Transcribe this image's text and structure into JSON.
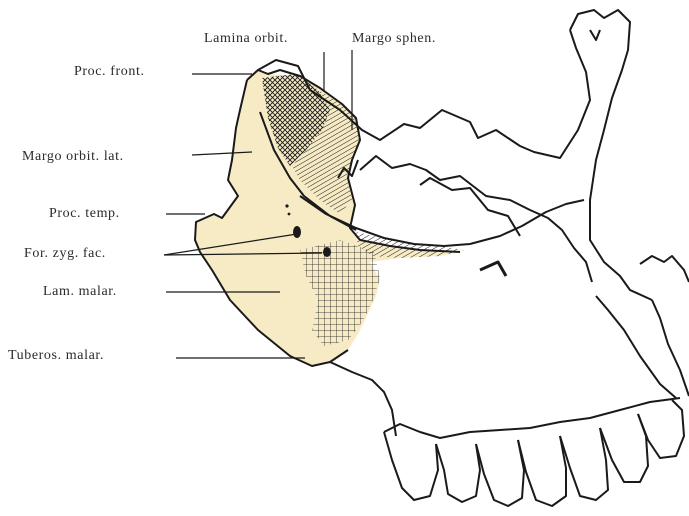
{
  "labels": {
    "lamina_orbit": "Lamina orbit.",
    "margo_sphen": "Margo sphen.",
    "proc_front": "Proc. front.",
    "margo_orbit_lat": "Margo orbit. lat.",
    "proc_temp": "Proc. temp.",
    "for_zyg_fac": "For. zyg. fac.",
    "lam_malar": "Lam. malar.",
    "tuberos_malar": "Tuberos. malar."
  },
  "colors": {
    "bone_highlight": "#f7ebc6",
    "ink": "#1a1a1a",
    "paper": "#ffffff"
  }
}
